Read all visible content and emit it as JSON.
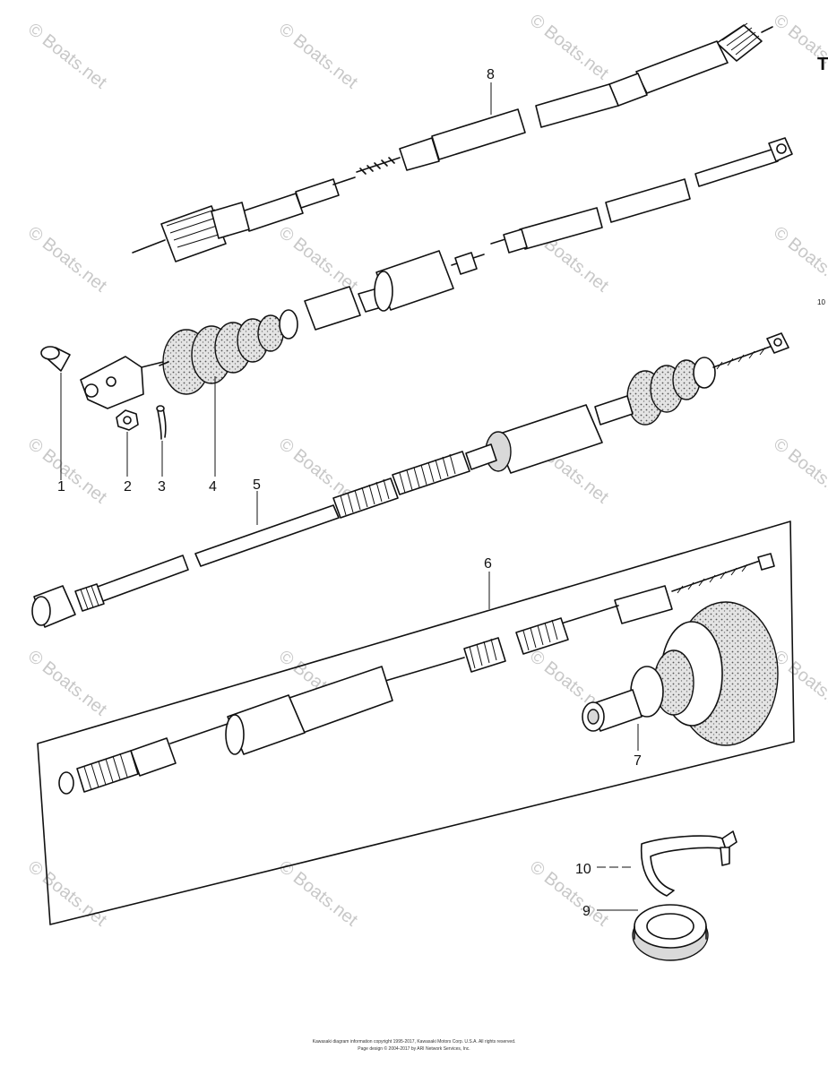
{
  "watermark": {
    "text": "© Boats.net",
    "color": "#c8c8c8"
  },
  "callouts": {
    "c1": "1",
    "c2": "2",
    "c3": "3",
    "c4": "4",
    "c5": "5",
    "c6": "6",
    "c7": "7",
    "c8": "8",
    "c9": "9",
    "c10": "10"
  },
  "edge_marks": {
    "top_right": "T",
    "mid_right": "10"
  },
  "footer": {
    "line1": "Kawasaki diagram information copyright 1995-2017, Kawasaki Motors Corp. U.S.A.  All rights reserved.",
    "line2": "Page design © 2004-2017 by ARI Network Services, Inc."
  },
  "colors": {
    "ink": "#111111",
    "paper": "#ffffff"
  }
}
